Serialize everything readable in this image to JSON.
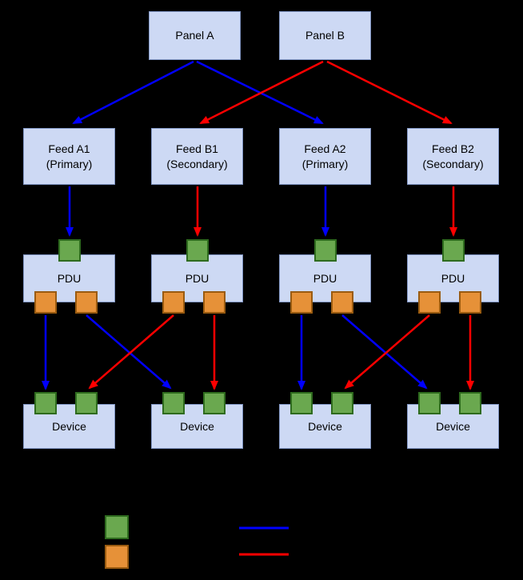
{
  "colors": {
    "background": "#000000",
    "box-fill": "#cdd9f4",
    "box-border": "#8196c4",
    "text": "#000000",
    "primary-line": "#0000ff",
    "secondary-line": "#ff0000",
    "input-port-fill": "#6aa84f",
    "input-port-border": "#2e6b1e",
    "output-port-fill": "#e69138",
    "output-port-border": "#9a5b10"
  },
  "diagram": {
    "panels": [
      {
        "label": "Panel A"
      },
      {
        "label": "Panel B"
      }
    ],
    "feeds": [
      {
        "line1": "Feed A1",
        "line2": "(Primary)"
      },
      {
        "line1": "Feed B1",
        "line2": "(Secondary)"
      },
      {
        "line1": "Feed A2",
        "line2": "(Primary)"
      },
      {
        "line1": "Feed B2",
        "line2": "(Secondary)"
      }
    ],
    "pdus": [
      {
        "label": "PDU"
      },
      {
        "label": "PDU"
      },
      {
        "label": "PDU"
      },
      {
        "label": "PDU"
      }
    ],
    "devices": [
      {
        "label": "Device"
      },
      {
        "label": "Device"
      },
      {
        "label": "Device"
      },
      {
        "label": "Device"
      }
    ]
  },
  "legend": {
    "swatches": [
      {
        "name": "input-port-swatch"
      },
      {
        "name": "output-port-swatch"
      }
    ],
    "lines": [
      {
        "name": "primary-line-sample"
      },
      {
        "name": "secondary-line-sample"
      }
    ]
  }
}
